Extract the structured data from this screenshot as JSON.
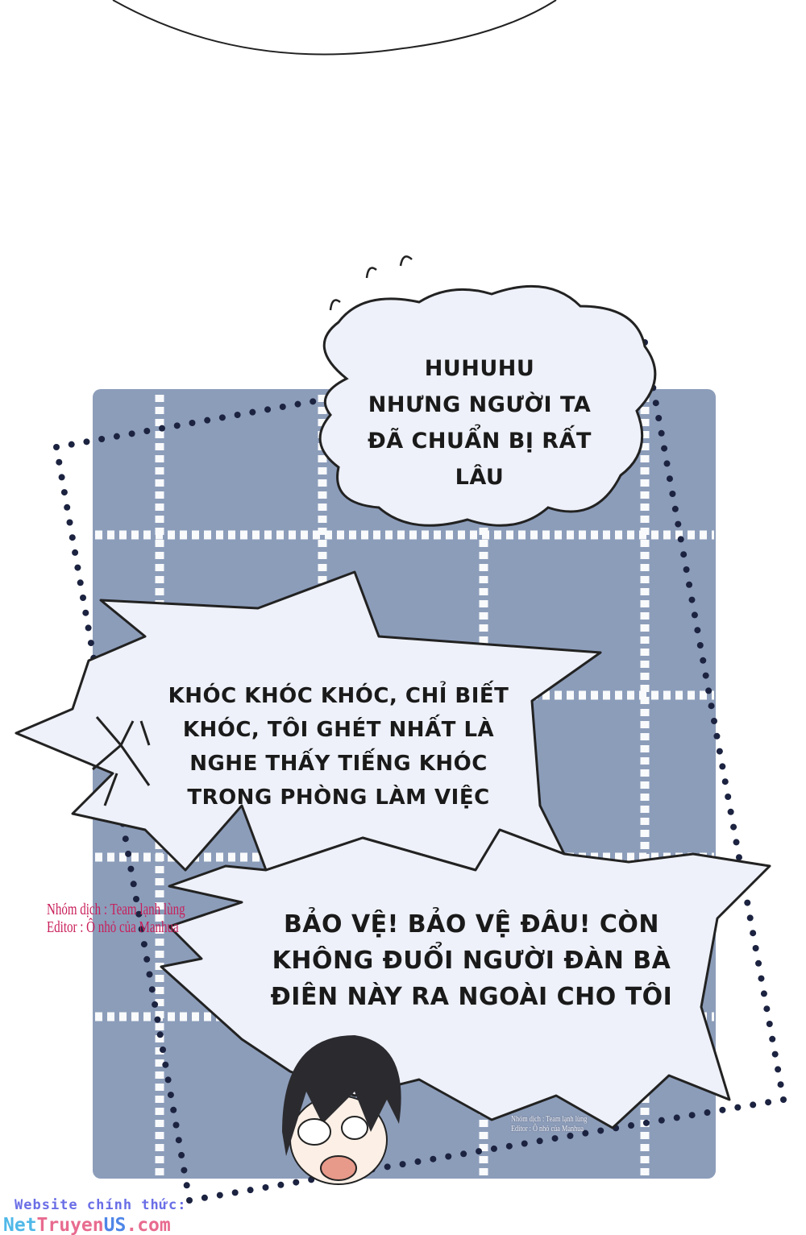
{
  "bubbles": {
    "thought": [
      "HUHUHU",
      "NHƯNG NGƯỜI TA",
      "ĐÃ CHUẨN BỊ RẤT",
      "LÂU"
    ],
    "shout1": [
      "KHÓC KHÓC KHÓC, CHỈ BIẾT",
      "KHÓC, TÔI GHÉT NHẤT LÀ",
      "NGHE THẤY TIẾNG KHÓC",
      "TRONG PHÒNG LÀM VIỆC"
    ],
    "shout2": [
      "BẢO VỆ! BẢO VỆ ĐÂU! CÒN",
      "KHÔNG ĐUỔI NGƯỜI ĐÀN BÀ",
      "ĐIÊN NÀY RA NGOÀI CHO TÔI"
    ]
  },
  "credits": {
    "line1": "Nhóm dịch : Team lạnh lùng",
    "line2": "Editor : Ô nhỏ của Manhua"
  },
  "watermark": {
    "label": "Website chính thức:",
    "site_parts": [
      "Net",
      "Truyen",
      "US",
      ".com"
    ]
  },
  "colors": {
    "panel": "#8c9dba",
    "bubble": "#eef1f9",
    "dots": "#1c2340",
    "site_net": "#4fb8e8",
    "site_truyen": "#e86b8f",
    "site_us": "#4f86e8",
    "site_com": "#e86b8f"
  }
}
